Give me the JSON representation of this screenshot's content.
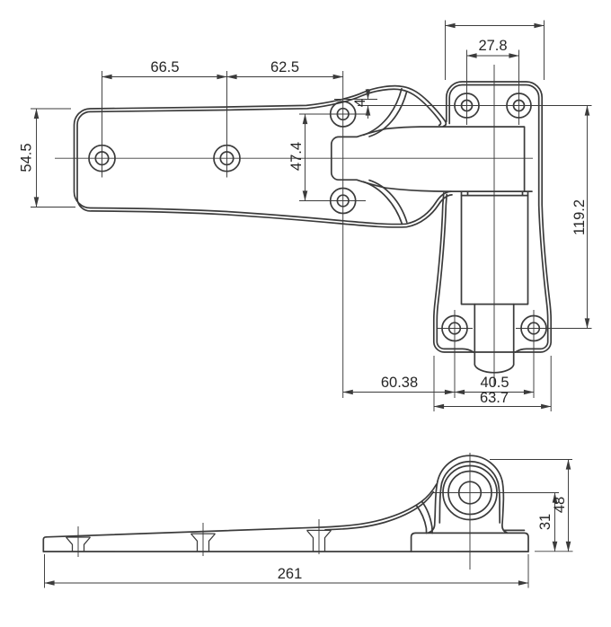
{
  "drawing": {
    "type": "engineering-dimension-drawing",
    "subject": "door latch hinge, plan view and side elevation",
    "background": "#ffffff",
    "line_color": "#3b3b3b",
    "text_color": "#262626",
    "dims": {
      "handle_hole_spacing_left": "66.5",
      "handle_hole_spacing_right": "62.5",
      "plate_top_hole_spacing": "27.8",
      "handle_width": "54.5",
      "fork_hole_spacing": "47.4",
      "edge_to_center_offset": "4",
      "plate_hole_vertical_span": "119.2",
      "fork_to_plate_hole": "60.38",
      "plate_bottom_hole_spacing": "40.5",
      "plate_bottom_width": "63.7",
      "overall_length": "261",
      "pivot_center_height": "31",
      "pivot_top_height": "48"
    }
  }
}
